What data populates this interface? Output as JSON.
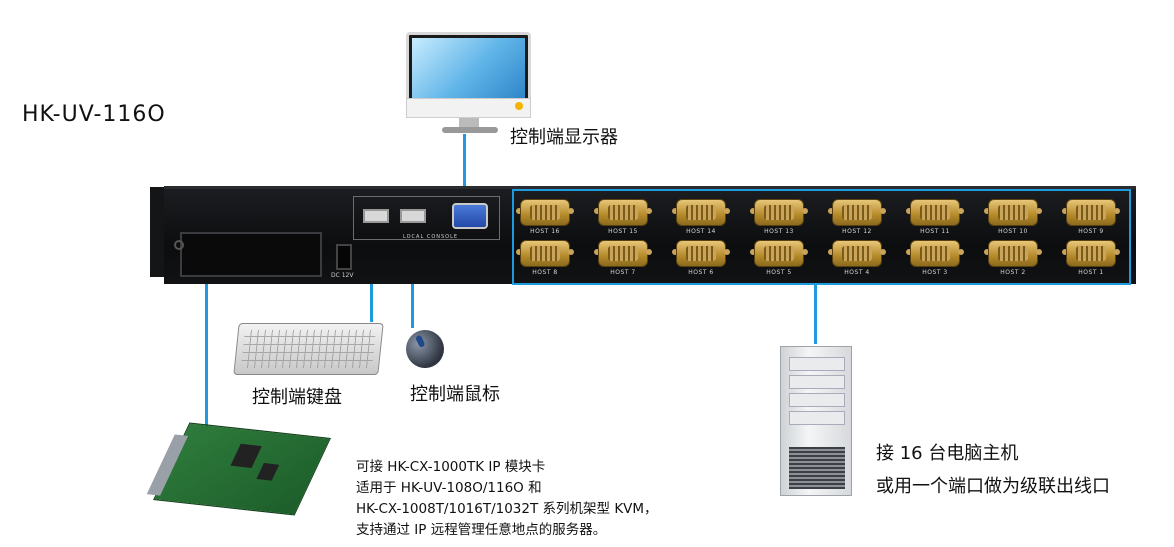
{
  "title": "HK-UV-116O",
  "labels": {
    "monitor": "控制端显示器",
    "keyboard": "控制端键盘",
    "mouse": "控制端鼠标",
    "hosts_line1": "接 16 台电脑主机",
    "hosts_line2": "或用一个端口做为级联出线口"
  },
  "note_lines": [
    "可接 HK-CX-1000TK IP 模块卡",
    "适用于 HK-UV-108O/116O 和",
    "HK-CX-1008T/1016T/1032T 系列机架型 KVM，",
    "支持通过 IP 远程管理任意地点的服务器。"
  ],
  "console_label": "LOCAL CONSOLE",
  "power_label": "DC 12V",
  "ports_top": [
    "HOST 16",
    "HOST 15",
    "HOST 14",
    "HOST 13",
    "HOST 12",
    "HOST 11",
    "HOST 10",
    "HOST 9"
  ],
  "ports_bottom": [
    "HOST 8",
    "HOST 7",
    "HOST 6",
    "HOST 5",
    "HOST 4",
    "HOST 3",
    "HOST 2",
    "HOST 1"
  ],
  "colors": {
    "wire": "#1e9be0",
    "chassis": "#111214",
    "port": "#c9a45a"
  }
}
